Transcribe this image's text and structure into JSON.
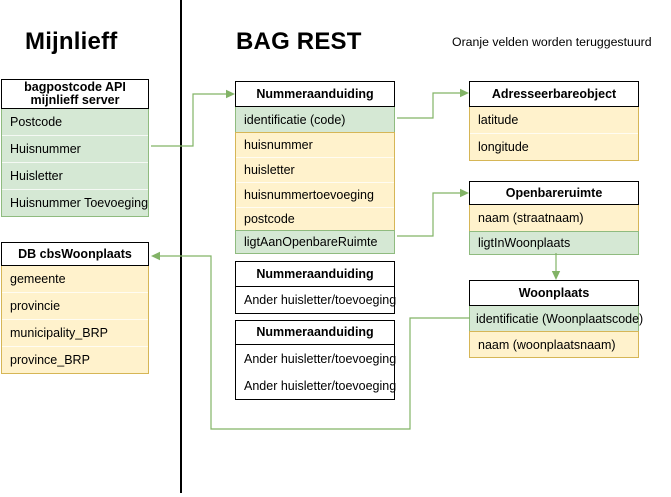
{
  "palette": {
    "green_fill": "#D5E8D4",
    "green_stroke": "#8FBB7F",
    "orange_fill": "#FFF2CC",
    "orange_stroke": "#D6B656",
    "connector_green": "#82B366",
    "header_fill": "#FFFFFF",
    "border_black": "#000000"
  },
  "titles": {
    "left_column": "Mijnlieff",
    "middle_column": "BAG REST",
    "note": "Oranje velden worden teruggestuurd"
  },
  "boxes": {
    "bagpostcode_api": {
      "header_line1": "bagpostcode API",
      "header_line2": "mijnlieff server",
      "rows": [
        "Postcode",
        "Huisnummer",
        "Huisletter",
        "Huisnummer Toevoeging"
      ]
    },
    "db_cbswoonplaats": {
      "header": "DB cbsWoonplaats",
      "rows": [
        "gemeente",
        "provincie",
        "municipality_BRP",
        "province_BRP"
      ]
    },
    "nummeraanduiding_1": {
      "header": "Nummeraanduiding",
      "rows": [
        "identificatie (code)",
        "huisnummer",
        "huisletter",
        "huisnummertoevoeging",
        "postcode",
        "ligtAanOpenbareRuimte"
      ]
    },
    "nummeraanduiding_2": {
      "header": "Nummeraanduiding",
      "rows": [
        "Ander huisletter/toevoeging"
      ]
    },
    "nummeraanduiding_3": {
      "header": "Nummeraanduiding",
      "rows": [
        "Ander huisletter/toevoeging",
        "Ander huisletter/toevoeging"
      ]
    },
    "adresseerbareobject": {
      "header": "Adresseerbareobject",
      "rows": [
        "latitude",
        "longitude"
      ]
    },
    "openbareruimte": {
      "header": "Openbareruimte",
      "rows": [
        "naam (straatnaam)",
        "ligtInWoonplaats"
      ]
    },
    "woonplaats": {
      "header": "Woonplaats",
      "rows": [
        "identificatie (Woonplaatscode)",
        "naam (woonplaatsnaam)"
      ]
    }
  }
}
